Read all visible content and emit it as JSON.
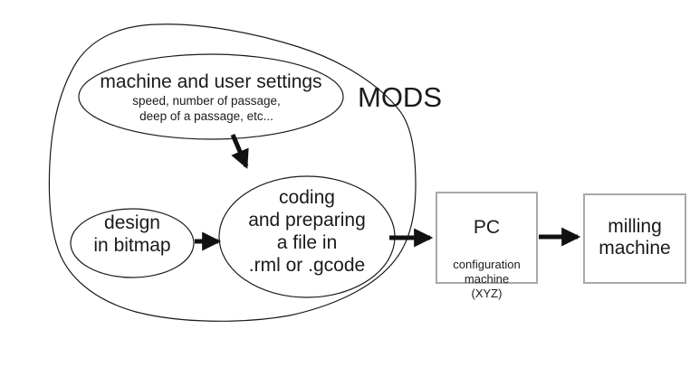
{
  "colors": {
    "ink": "#1a1a1a",
    "box_border": "#a8a8a8",
    "arrow": "#111111",
    "background": "#ffffff"
  },
  "diagram": {
    "container_label": "MODS",
    "nodes": {
      "settings": {
        "title": "machine and user settings",
        "subtitle": "speed, number of passage,\ndeep of a passage, etc..."
      },
      "design": {
        "label": "design\nin bitmap"
      },
      "coding": {
        "label": "coding\nand preparing\na file in\n.rml or .gcode"
      },
      "pc": {
        "title": "PC",
        "subtitle": "configuration\nmachine\n(XYZ)"
      },
      "milling": {
        "label": "milling\nmachine"
      }
    }
  }
}
